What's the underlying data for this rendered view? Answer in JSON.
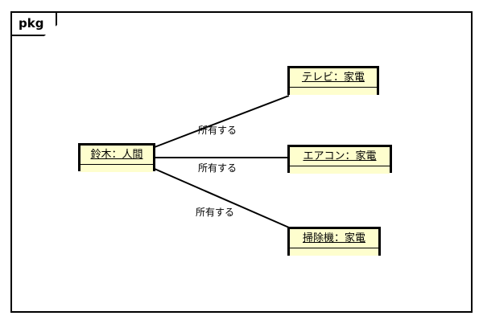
{
  "diagram": {
    "type": "uml-object-diagram",
    "package": {
      "label": "pkg"
    },
    "colors": {
      "object_fill": "#FEFECE",
      "object_border": "#000000",
      "line": "#000000",
      "background": "#FFFFFF"
    },
    "objects": [
      {
        "id": "suzuki",
        "name": "鈴木",
        "classifier": "人間",
        "title": "鈴木：人間"
      },
      {
        "id": "terebi",
        "name": "テレビ",
        "classifier": "家電",
        "title": "テレビ：家電"
      },
      {
        "id": "eakon",
        "name": "エアコン",
        "classifier": "家電",
        "title": "エアコン：家電"
      },
      {
        "id": "soujiki",
        "name": "掃除機",
        "classifier": "家電",
        "title": "掃除機：家電"
      }
    ],
    "links": [
      {
        "from": "suzuki",
        "to": "terebi",
        "label": "所有する"
      },
      {
        "from": "suzuki",
        "to": "eakon",
        "label": "所有する"
      },
      {
        "from": "suzuki",
        "to": "soujiki",
        "label": "所有する"
      }
    ]
  }
}
